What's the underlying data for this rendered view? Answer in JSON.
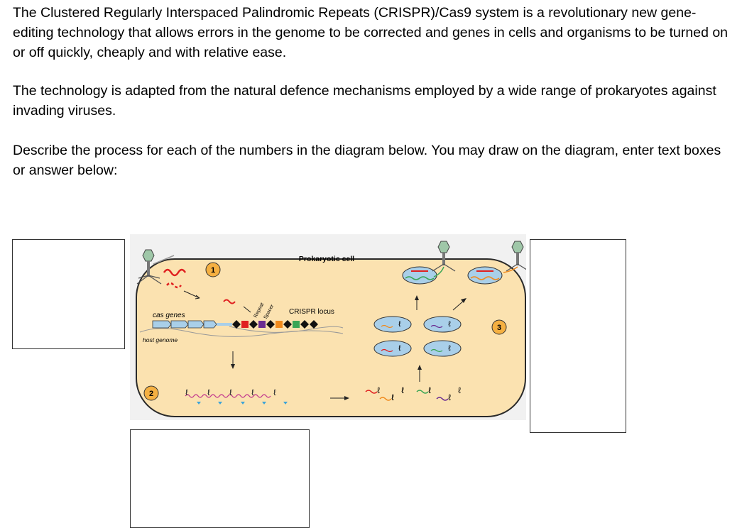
{
  "text": {
    "intro": "The Clustered Regularly Interspaced Palindromic Repeats (CRISPR)/Cas9 system is a revolutionary new gene-editing technology that allows errors in the genome to be corrected and genes in cells and organisms to be turned on or off quickly, cheaply and with relative ease.",
    "origin": "The technology is adapted from the natural defence mechanisms employed by a wide range of prokaryotes against invading viruses.",
    "task": "Describe the process for each of the numbers in the diagram below. You may draw on the diagram, enter text boxes or answer below:"
  },
  "diagram": {
    "cell_label": "Prokaryotic cell",
    "cas_genes_label": "cas genes",
    "host_genome_label": "host genome",
    "crispr_locus_label": "CRISPR locus",
    "repeat_label": "Repeat",
    "spacer_label": "Spacer",
    "step_markers": [
      "1",
      "2",
      "3"
    ],
    "colors": {
      "cell_fill": "#fbe2b0",
      "cell_stroke": "#2a2a2a",
      "marker_fill": "#f5b041",
      "spacer_colors": [
        "#e02020",
        "#6a2c91",
        "#f08a1c",
        "#3aa655"
      ],
      "repeat_color": "#111111",
      "cas_fill": "#a9cfe9",
      "viral_dna": "#e02020",
      "backdrop": "#f1f1f1"
    }
  },
  "answer_boxes": {
    "left": "",
    "right": "",
    "bottom": ""
  }
}
